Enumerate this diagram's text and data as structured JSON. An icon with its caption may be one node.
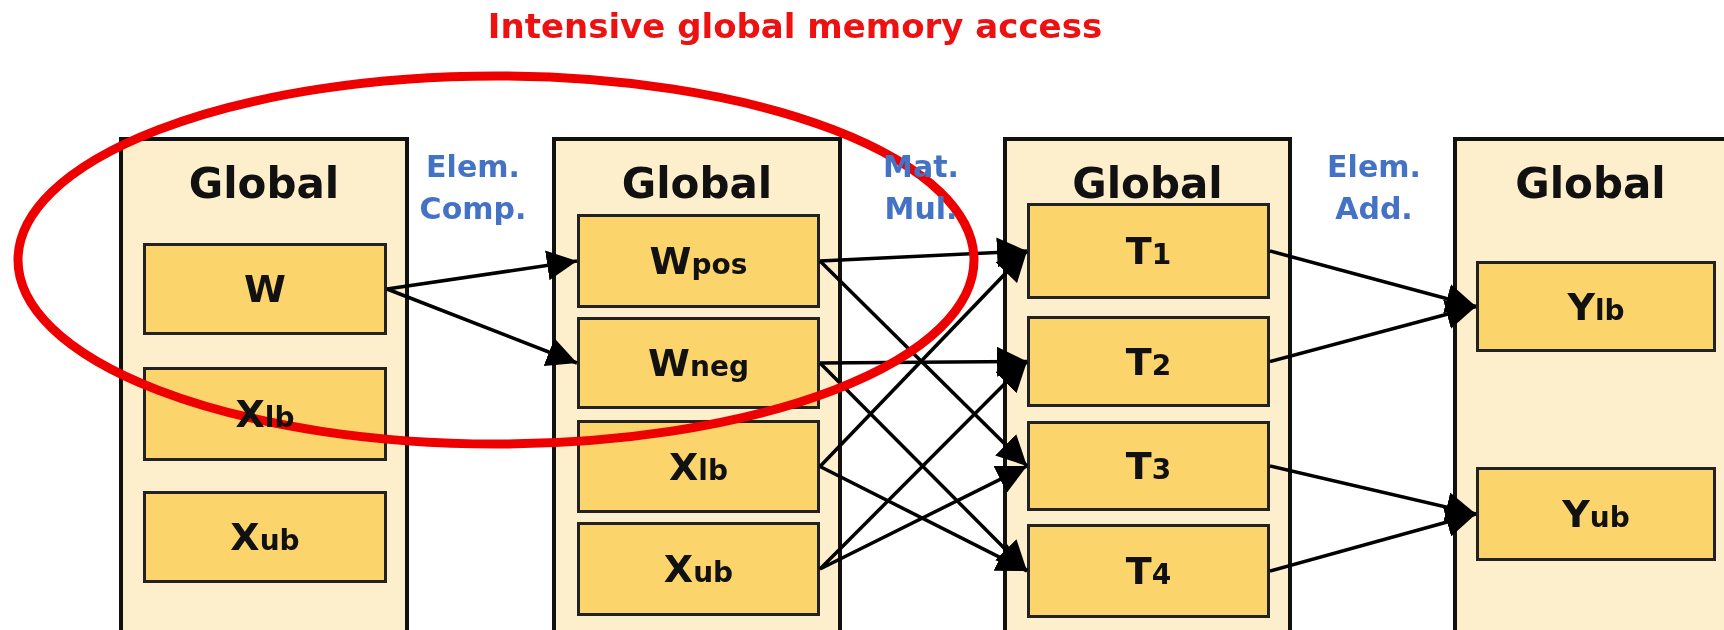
{
  "diagram": {
    "title": "Intensive global memory access",
    "nodes": [
      {
        "text": [
          "Global"
        ]
      },
      {
        "text": [
          "W"
        ],
        "in": 0
      },
      {
        "text": [
          "X$_{lb}$"
        ],
        "in": 0
      },
      {
        "text": [
          "X$_{ub}$"
        ],
        "in": 0
      },
      {
        "text": [
          "Global"
        ]
      },
      {
        "text": [
          "W$_{pos}$"
        ],
        "in": 4
      },
      {
        "text": [
          "W$_{neg}$"
        ],
        "in": 4
      },
      {
        "text": [
          "X$_{lb}$"
        ],
        "in": 4
      },
      {
        "text": [
          "X$_{ub}$"
        ],
        "in": 4
      },
      {
        "text": [
          "Global"
        ]
      },
      {
        "text": [
          "T$_{1}$"
        ],
        "in": 9
      },
      {
        "text": [
          "T$_{2}$"
        ],
        "in": 9
      },
      {
        "text": [
          "T$_{3}$"
        ],
        "in": 9
      },
      {
        "text": [
          "T$_{4}$"
        ],
        "in": 9
      },
      {
        "text": [
          "Global"
        ]
      },
      {
        "text": [
          "Y$_{lb}$"
        ],
        "in": 14
      },
      {
        "text": [
          "Y$_{ub}$"
        ],
        "in": 14
      }
    ],
    "edges": [
      {
        "from": 1,
        "to": 5,
        "arrow": "to"
      },
      {
        "from": 1,
        "to": 6,
        "arrow": "to"
      },
      {
        "from": 5,
        "to": 10,
        "arrow": "to"
      },
      {
        "from": 5,
        "to": 12,
        "arrow": "to"
      },
      {
        "from": 6,
        "to": 11,
        "arrow": "to"
      },
      {
        "from": 6,
        "to": 13,
        "arrow": "to"
      },
      {
        "from": 7,
        "to": 10,
        "arrow": "to"
      },
      {
        "from": 7,
        "to": 13,
        "arrow": "to"
      },
      {
        "from": 8,
        "to": 11,
        "arrow": "to"
      },
      {
        "from": 8,
        "to": 12,
        "arrow": "to"
      },
      {
        "from": 10,
        "to": 15,
        "arrow": "to"
      },
      {
        "from": 11,
        "to": 15,
        "arrow": "to"
      },
      {
        "from": 12,
        "to": 16,
        "arrow": "to"
      },
      {
        "from": 13,
        "to": 16,
        "arrow": "to"
      }
    ],
    "labels": [
      "Elem. Comp.",
      "Mat. Mul.",
      "Elem. Add."
    ]
  }
}
